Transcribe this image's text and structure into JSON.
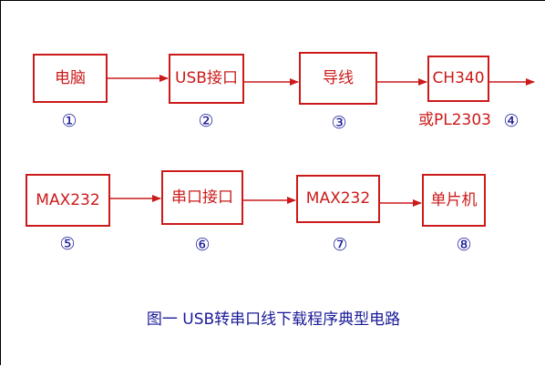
{
  "colors": {
    "box": "#cc1a1a",
    "arrow": "#cc1a1a",
    "number": "#1a1a99",
    "caption": "#1a1a99"
  },
  "row1": {
    "box1": "电脑",
    "box2": "USB接口",
    "box3": "导线",
    "box4": "CH340",
    "box4_alt": "或PL2303",
    "n1": "①",
    "n2": "②",
    "n3": "③",
    "n4": "④"
  },
  "row2": {
    "box5": "MAX232",
    "box6": "串口接口",
    "box7": "MAX232",
    "box8": "单片机",
    "n5": "⑤",
    "n6": "⑥",
    "n7": "⑦",
    "n8": "⑧"
  },
  "caption": {
    "prefix": "图一 ",
    "usb": "USB",
    "rest": "转串口线下载程序典型电路"
  }
}
